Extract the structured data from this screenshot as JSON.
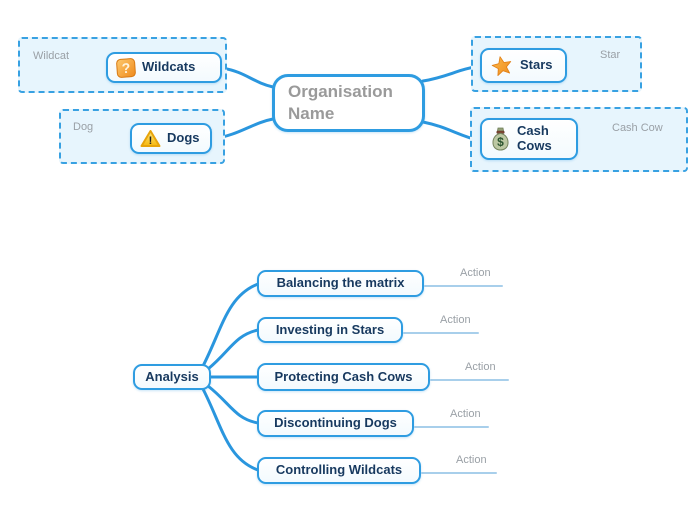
{
  "central": {
    "label": "Organisation Name"
  },
  "quadrants": [
    {
      "label": "Wildcats",
      "boundary_label": "Wildcat",
      "icon": "question-icon"
    },
    {
      "label": "Dogs",
      "boundary_label": "Dog",
      "icon": "warning-icon"
    },
    {
      "label": "Stars",
      "boundary_label": "Star",
      "icon": "star-icon"
    },
    {
      "label": "Cash Cows",
      "boundary_label": "Cash Cow",
      "icon": "money-bag-icon"
    }
  ],
  "analysis": {
    "label": "Analysis",
    "children": [
      {
        "label": "Balancing the matrix",
        "action_label": "Action"
      },
      {
        "label": "Investing in Stars",
        "action_label": "Action"
      },
      {
        "label": "Protecting Cash Cows",
        "action_label": "Action"
      },
      {
        "label": "Discontinuing Dogs",
        "action_label": "Action"
      },
      {
        "label": "Controlling Wildcats",
        "action_label": "Action"
      }
    ]
  },
  "colors": {
    "branch_line": "#2a96de",
    "light_line": "#a8cfeb",
    "node_border": "#2e9ce1",
    "node_text": "#17395f",
    "central_text": "#9a9a9a",
    "muted_text": "#9aa0a6",
    "boundary_fill": "#e7f5fd",
    "boundary_border": "#38a1e2"
  }
}
